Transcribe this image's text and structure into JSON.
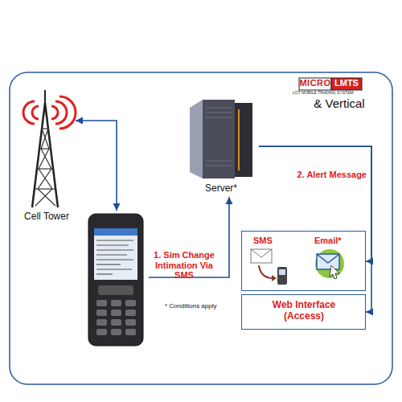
{
  "diagram": {
    "nodes": [
      {
        "text": [
          "Cell Tower"
        ]
      },
      {
        "text": []
      },
      {
        "text": [
          "Server*"
        ]
      },
      {
        "text": [
          "SMS",
          "Email*"
        ]
      },
      {
        "text": [
          "Web Interface (Access)"
        ]
      }
    ],
    "edges": [
      {
        "from": 0,
        "to": 1,
        "arrow": "both"
      },
      {
        "from": 1,
        "to": 2,
        "label": "1. Sim Change Intimation Via SMS",
        "arrow": "to"
      },
      {
        "from": 2,
        "to": 3,
        "label": "2. Alert Message",
        "arrow": "to"
      },
      {
        "from": 2,
        "to": 4,
        "arrow": "to"
      }
    ],
    "labels": [
      "MICRO",
      "LMTS",
      "LOT MOBILE TRADING SYSTEM",
      "& Vertical",
      "* Conditions apply"
    ]
  }
}
